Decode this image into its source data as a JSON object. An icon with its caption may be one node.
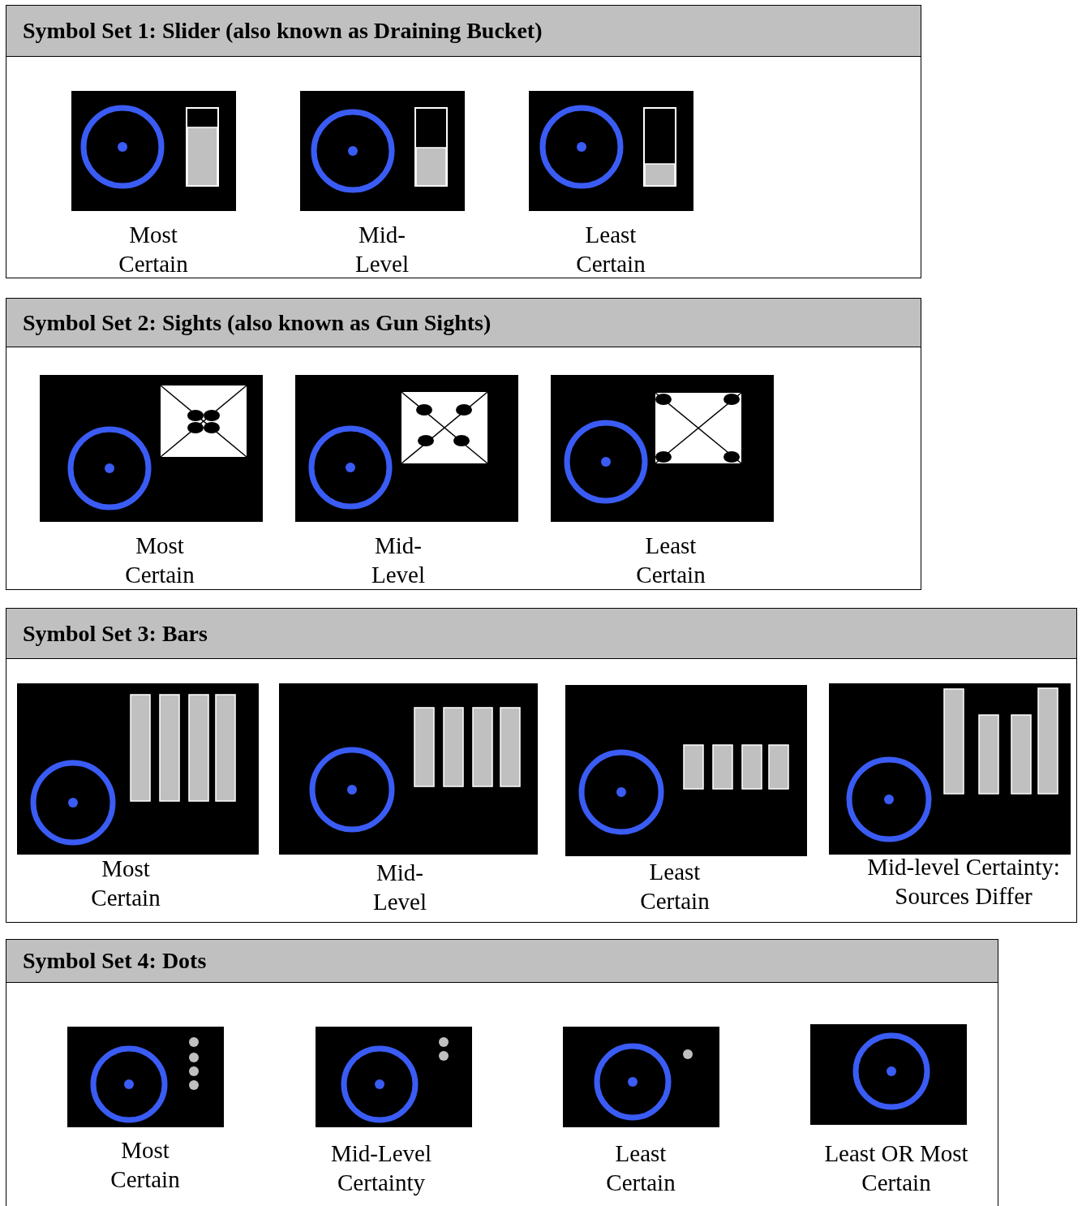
{
  "diagram": {
    "nodes": [
      {
        "text": [
          "Symbol Set 1: Slider (also known as Draining Bucket)"
        ]
      },
      {
        "text": [],
        "shape": "picture",
        "in": 0,
        "beside": [
          "Most Certain"
        ]
      },
      {
        "text": [],
        "shape": "picture",
        "in": 0,
        "beside": [
          "Mid- Level"
        ]
      },
      {
        "text": [],
        "shape": "picture",
        "in": 0,
        "beside": [
          "Least Certain"
        ]
      },
      {
        "text": [
          "Symbol Set 2: Sights (also known as Gun Sights)"
        ]
      },
      {
        "text": [],
        "shape": "picture",
        "in": 4,
        "beside": [
          "Most Certain"
        ]
      },
      {
        "text": [],
        "shape": "picture",
        "in": 4,
        "beside": [
          "Mid- Level"
        ]
      },
      {
        "text": [],
        "shape": "picture",
        "in": 4,
        "beside": [
          "Least Certain"
        ]
      },
      {
        "text": [
          "Symbol Set 3: Bars"
        ]
      },
      {
        "text": [],
        "shape": "picture",
        "in": 8,
        "beside": [
          "Most Certain"
        ]
      },
      {
        "text": [],
        "shape": "picture",
        "in": 8,
        "beside": [
          "Mid- Level"
        ]
      },
      {
        "text": [],
        "shape": "picture",
        "in": 8,
        "beside": [
          "Least Certain"
        ]
      },
      {
        "text": [],
        "shape": "picture",
        "in": 8,
        "beside": [
          "Mid-level Certainty: Sources Differ"
        ]
      },
      {
        "text": [
          "Symbol Set 4: Dots"
        ]
      },
      {
        "text": [],
        "shape": "picture",
        "in": 13,
        "beside": [
          "Most Certain"
        ]
      },
      {
        "text": [],
        "shape": "picture",
        "in": 13,
        "beside": [
          "Mid-Level Certainty"
        ]
      },
      {
        "text": [],
        "shape": "picture",
        "in": 13,
        "beside": [
          "Least Certain"
        ]
      },
      {
        "text": [],
        "shape": "picture",
        "in": 13,
        "beside": [
          "Least OR Most Certain"
        ]
      }
    ]
  }
}
